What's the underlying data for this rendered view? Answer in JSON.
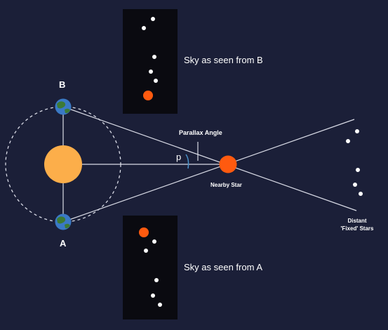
{
  "colors": {
    "background": "#1b1f38",
    "panel": "#0a0a10",
    "line": "#d9dbe6",
    "sun": "#fcae4a",
    "nearby_star": "#ff5a0f",
    "star_white": "#ffffff",
    "angle_arc": "#4b92c9",
    "earth_ocean": "#3a79c5",
    "earth_land": "#3d7a35"
  },
  "icons": {
    "sun": "sun-icon",
    "earth": "earth-icon",
    "star": "star-icon"
  },
  "labels": {
    "point_b": "B",
    "point_a": "A",
    "parallax_angle": "Parallax Angle",
    "angle_symbol": "p",
    "nearby_star": "Nearby Star",
    "distant_stars_line1": "Distant",
    "distant_stars_line2": "'Fixed' Stars",
    "sky_from_b": "Sky as seen from B",
    "sky_from_a": "Sky as seen from A"
  }
}
